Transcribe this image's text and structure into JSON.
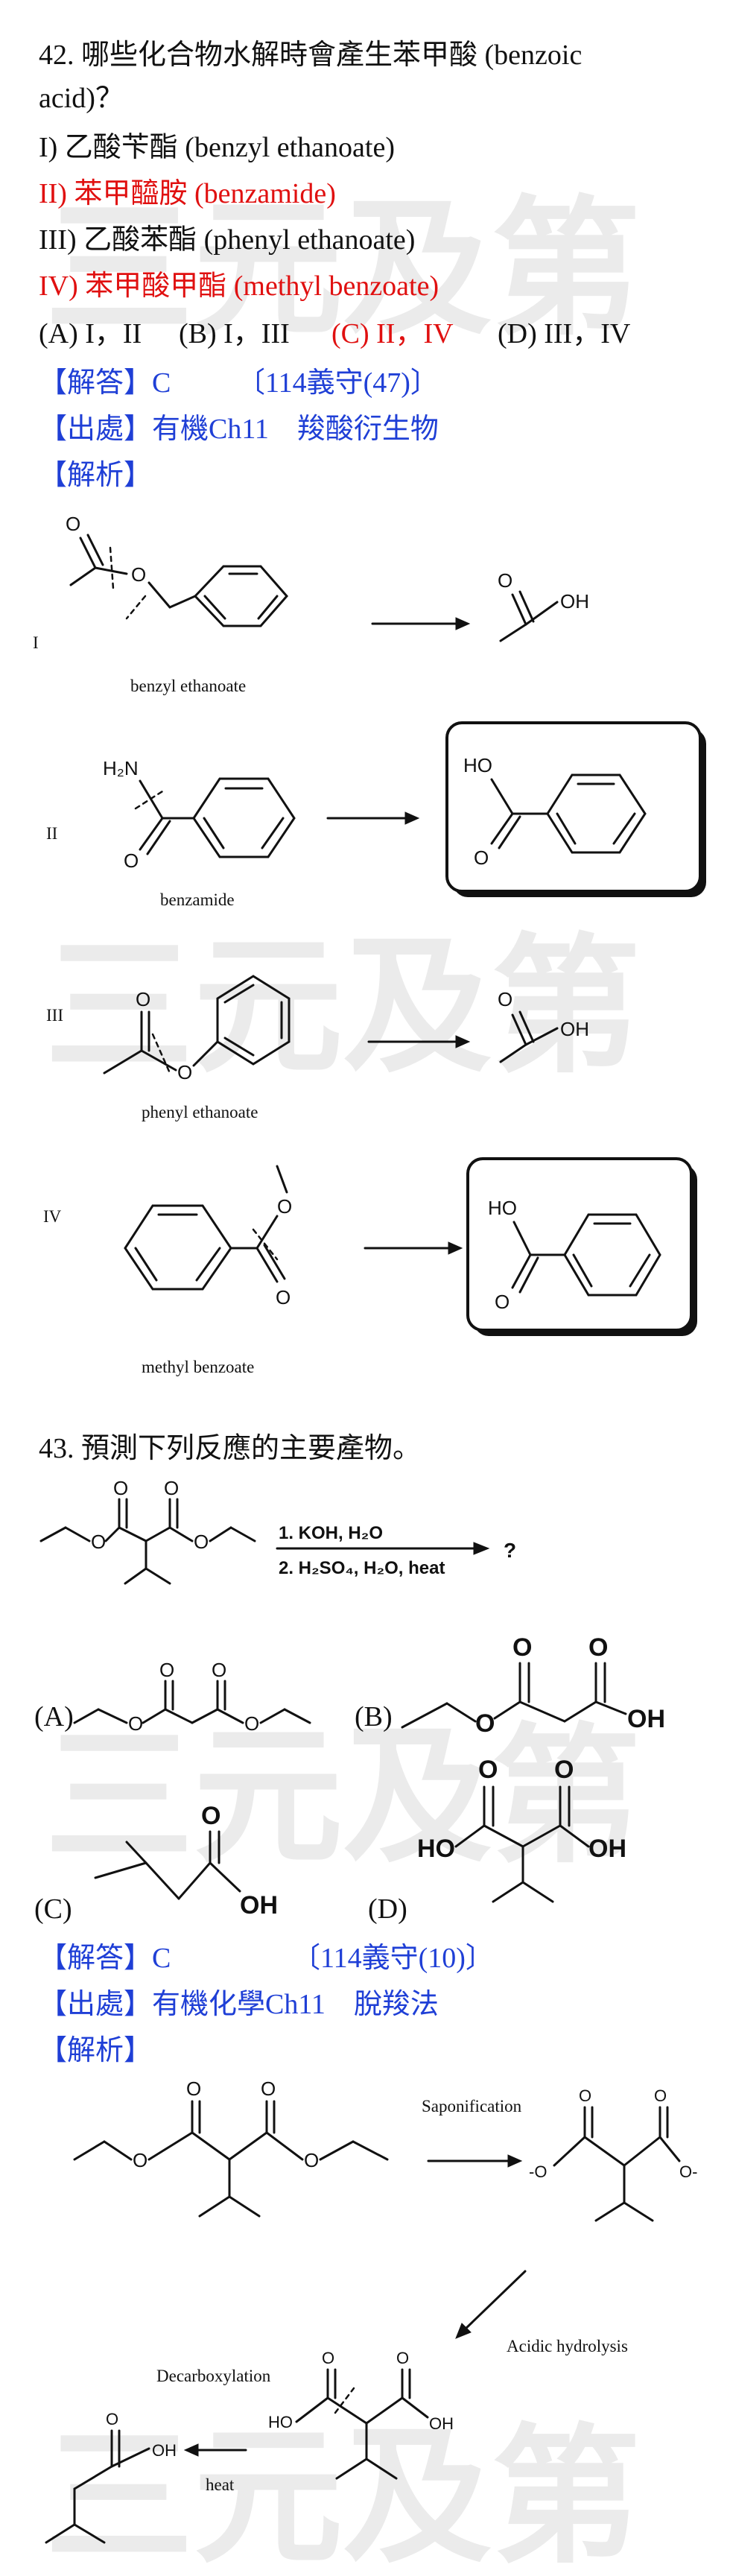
{
  "q42": {
    "stem_line1": "42. 哪些化合物水解時會產生苯甲酸 (benzoic",
    "stem_line2": "acid)？",
    "opt1": "I)  乙酸苄酯  (benzyl ethanoate)",
    "opt2": "II)  苯甲醯胺  (benzamide)",
    "opt3": "III)  乙酸苯酯  (phenyl ethanoate)",
    "opt4": "IV)  苯甲酸甲酯  (methyl benzoate)",
    "choice_a": "(A) I，II",
    "choice_b": "(B) I，III",
    "choice_c": "(C) II，IV",
    "choice_d": "(D) III，IV",
    "answer": "【解答】C",
    "answer_ref": "〔114義守(47)〕",
    "source": "【出處】有機Ch11　羧酸衍生物",
    "analysis": "【解析】",
    "mol_labels": {
      "benzyl": "benzyl ethanoate",
      "benzamide": "benzamide",
      "phenyl": "phenyl ethanoate",
      "methyl": "methyl benzoate"
    },
    "roman": {
      "i": "I",
      "ii": "II",
      "iii": "III",
      "iv": "IV"
    },
    "atoms": {
      "o": "O",
      "oh": "OH",
      "ho": "HO",
      "h2n": "H₂N"
    }
  },
  "q43": {
    "stem": "43. 預測下列反應的主要產物。",
    "reagent1": "1. KOH, H₂O",
    "reagent2": "2. H₂SO₄, H₂O, heat",
    "question_mark": "?",
    "opt_a": "(A)",
    "opt_b": "(B)",
    "opt_c": "(C)",
    "opt_d": "(D)",
    "answer": "【解答】C",
    "answer_ref": "〔114義守(10)〕",
    "source": "【出處】有機化學Ch11　脫羧法",
    "analysis": "【解析】",
    "step_saponification": "Saponification",
    "step_acidic": "Acidic hydrolysis",
    "step_decarb": "Decarboxylation",
    "step_heat": "heat",
    "atoms": {
      "o": "O",
      "oh": "OH",
      "ho": "HO",
      "o_minus": "-O",
      "o_minus_r": "O-"
    }
  },
  "watermark": "三元及第",
  "colors": {
    "red": "#e01010",
    "blue": "#1f3fd6",
    "watermark": "#ebebeb"
  }
}
